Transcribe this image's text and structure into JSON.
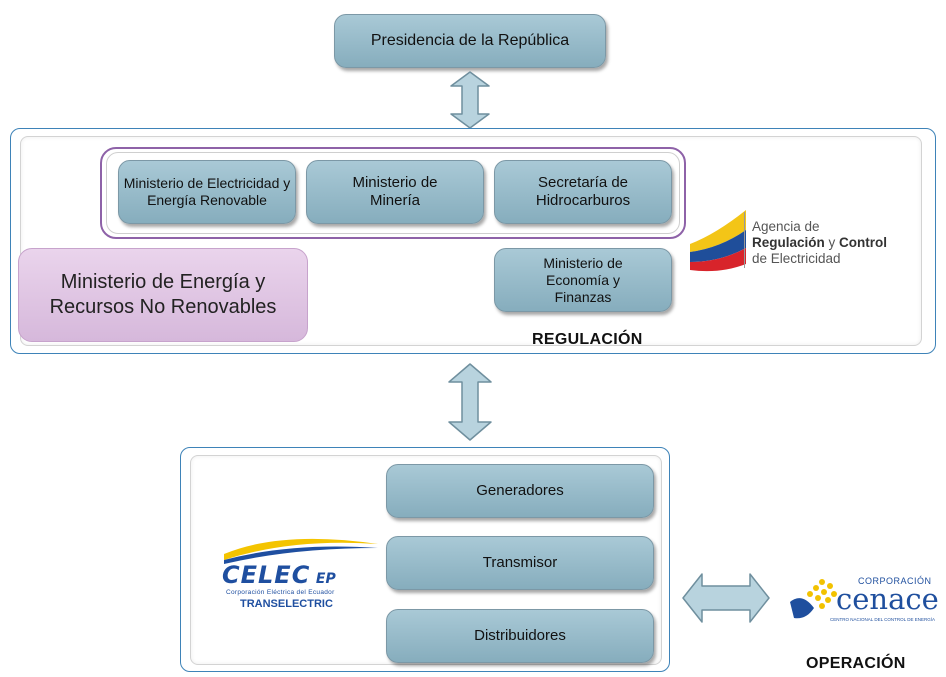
{
  "presidencia": "Presidencia de la República",
  "regulacion": {
    "ministries": [
      "Ministerio de Electricidad y Energía Renovable",
      "Ministerio de Minería",
      "Secretaría de Hidrocarburos"
    ],
    "economia": "Ministerio de Economía y Finanzas",
    "energia_no_renovable": "Ministerio de Energía y Recursos No Renovables",
    "label": "REGULACIÓN",
    "agency": {
      "line1": "Agencia de",
      "line2_a": "Regulación",
      "line2_b": " y ",
      "line2_c": "Control",
      "line3": "de Electricidad"
    }
  },
  "operacion": {
    "actors": [
      "Generadores",
      "Transmisor",
      "Distribuidores"
    ],
    "celec": {
      "brand": "CELEC",
      "suffix": "EP",
      "subtitle": "Corporación Eléctrica del Ecuador",
      "unit": "TRANSELECTRIC"
    },
    "cenace": {
      "top": "CORPORACIÓN",
      "name": "cenace",
      "bottom": "CENTRO NACIONAL DEL CONTROL DE ENERGÍA"
    },
    "label": "OPERACIÓN"
  },
  "colors": {
    "box": "#9fc0ce",
    "panel_border": "#3e83b8",
    "frame": "#8e62a8",
    "energy_box": "#e2c8e6",
    "cenace_blue": "#1f4f9e",
    "cenace_yellow": "#f2c200",
    "celec_blue": "#1f4fa0",
    "celec_yellow": "#f4c400"
  }
}
